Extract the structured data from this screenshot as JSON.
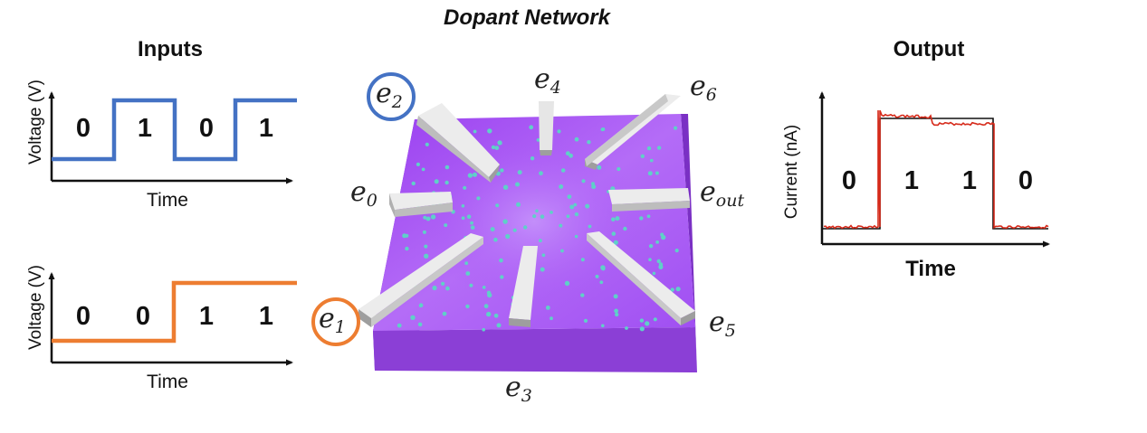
{
  "headers": {
    "inputs": "Inputs",
    "network": "Dopant Network",
    "output": "Output"
  },
  "input_top": {
    "ylabel": "Voltage (V)",
    "xlabel": "Time",
    "bits": [
      "0",
      "1",
      "0",
      "1"
    ],
    "color": "#4472c4"
  },
  "input_bottom": {
    "ylabel": "Voltage (V)",
    "xlabel": "Time",
    "bits": [
      "0",
      "0",
      "1",
      "1"
    ],
    "color": "#ed7d31"
  },
  "output": {
    "ylabel": "Current (nA)",
    "xlabel": "Time",
    "bits": [
      "0",
      "1",
      "1",
      "0"
    ],
    "trace_color": "#d62a1a",
    "ideal_color": "#111111"
  },
  "electrodes": {
    "e0": {
      "base": "e",
      "sub": "0"
    },
    "e1": {
      "base": "e",
      "sub": "1"
    },
    "e2": {
      "base": "e",
      "sub": "2"
    },
    "e3": {
      "base": "e",
      "sub": "3"
    },
    "e4": {
      "base": "e",
      "sub": "4"
    },
    "e5": {
      "base": "e",
      "sub": "5"
    },
    "e6": {
      "base": "e",
      "sub": "6"
    },
    "eout": {
      "base": "e",
      "sub": "out"
    }
  },
  "colors": {
    "substrate_top": "#a855f7",
    "substrate_side": "#8b3fd6",
    "electrode": "#d9d9d9",
    "dopant": "#5fd0c8"
  }
}
